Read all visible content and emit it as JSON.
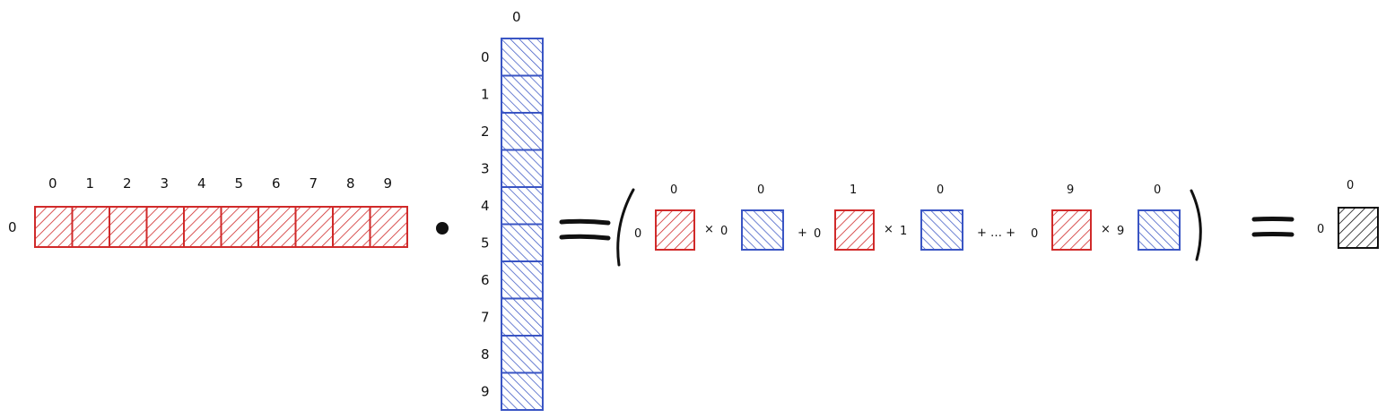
{
  "colors": {
    "red": "#d02a2a",
    "blue": "#3a55c4",
    "black": "#111111"
  },
  "row_vector": {
    "row_label": "0",
    "col_labels": [
      "0",
      "1",
      "2",
      "3",
      "4",
      "5",
      "6",
      "7",
      "8",
      "9"
    ]
  },
  "column_vector": {
    "col_label": "0",
    "row_labels": [
      "0",
      "1",
      "2",
      "3",
      "4",
      "5",
      "6",
      "7",
      "8",
      "9"
    ]
  },
  "expansion": {
    "terms": [
      {
        "red_col": "0",
        "red_row": "0",
        "op": "×",
        "blue_row": "0",
        "blue_col": "0",
        "join": "+"
      },
      {
        "red_col": "1",
        "red_row": "0",
        "op": "×",
        "blue_row": "1",
        "blue_col": "0",
        "join": "+ … +"
      },
      {
        "red_col": "9",
        "red_row": "0",
        "op": "×",
        "blue_row": "9",
        "blue_col": "0",
        "join": ""
      }
    ]
  },
  "result": {
    "row_label": "0",
    "col_label": "0"
  }
}
